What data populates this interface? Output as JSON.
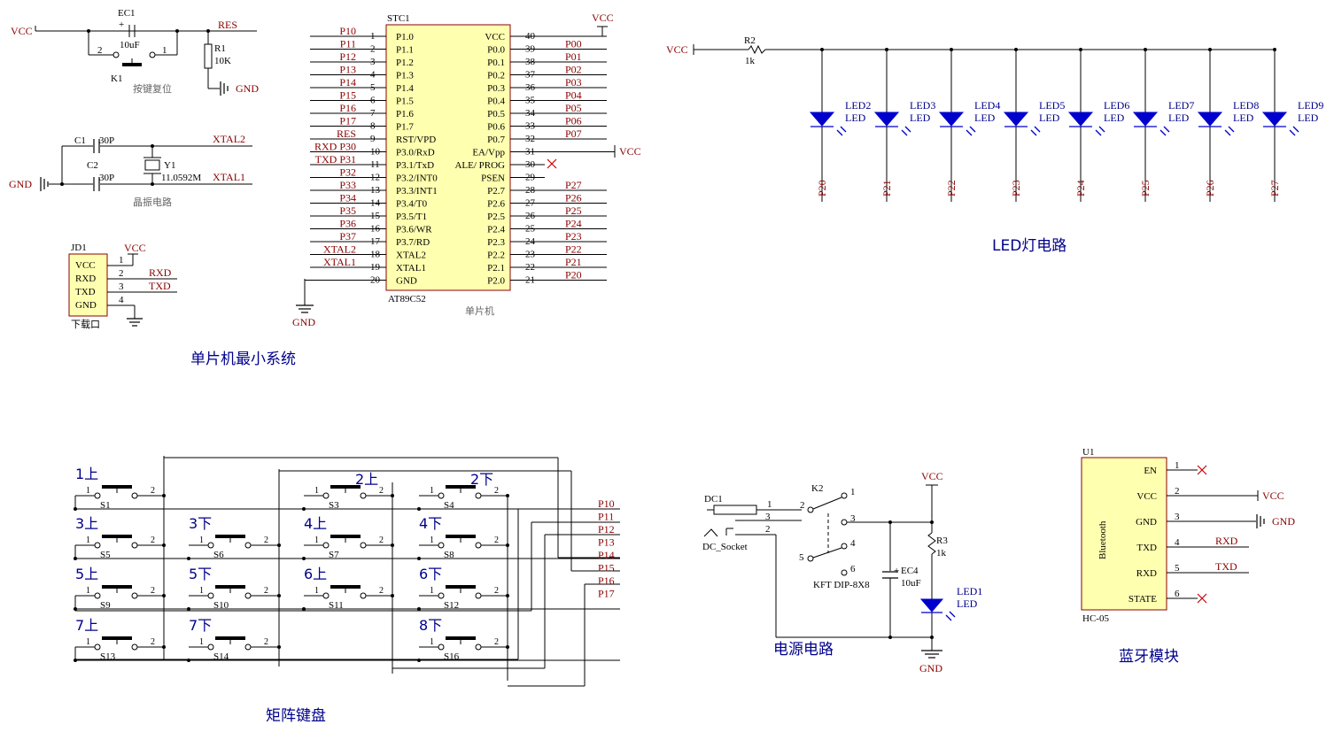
{
  "sections": {
    "min_system": "单片机最小系统",
    "led_circuit": "LED灯电路",
    "matrix_keyboard": "矩阵键盘",
    "power_circuit": "电源电路",
    "bluetooth_module": "蓝牙模块"
  },
  "reset": {
    "vcc": "VCC",
    "ec1": "EC1",
    "cap": "10uF",
    "plus": "+",
    "pin2": "2",
    "pin1": "1",
    "k1": "K1",
    "caption": "按键复位",
    "res": "RES",
    "r1": "R1",
    "r1v": "10K",
    "gnd": "GND"
  },
  "osc": {
    "c1": "C1",
    "c1v": "30P",
    "c2": "C2",
    "c2v": "30P",
    "y1": "Y1",
    "y1v": "11.0592M",
    "xtal2": "XTAL2",
    "xtal1": "XTAL1",
    "gnd": "GND",
    "caption": "晶振电路"
  },
  "jd1": {
    "ref": "JD1",
    "vcc": "VCC",
    "pins": [
      "VCC",
      "RXD",
      "TXD",
      "GND"
    ],
    "nums": [
      "1",
      "2",
      "3",
      "4"
    ],
    "rxd": "RXD",
    "txd": "TXD",
    "caption": "下载口"
  },
  "mcu": {
    "ref": "STC1",
    "part": "AT89C52",
    "caption": "单片机",
    "vcc": "VCC",
    "gnd": "GND",
    "left_pins": [
      {
        "net": "P10",
        "num": "1",
        "name": "P1.0"
      },
      {
        "net": "P11",
        "num": "2",
        "name": "P1.1"
      },
      {
        "net": "P12",
        "num": "3",
        "name": "P1.2"
      },
      {
        "net": "P13",
        "num": "4",
        "name": "P1.3"
      },
      {
        "net": "P14",
        "num": "5",
        "name": "P1.4"
      },
      {
        "net": "P15",
        "num": "6",
        "name": "P1.5"
      },
      {
        "net": "P16",
        "num": "7",
        "name": "P1.6"
      },
      {
        "net": "P17",
        "num": "8",
        "name": "P1.7"
      },
      {
        "net": "RES",
        "num": "9",
        "name": "RST/VPD"
      },
      {
        "net": "RXD P30",
        "num": "10",
        "name": "P3.0/RxD"
      },
      {
        "net": "TXD P31",
        "num": "11",
        "name": "P3.1/TxD"
      },
      {
        "net": "P32",
        "num": "12",
        "name": "P3.2/INT0"
      },
      {
        "net": "P33",
        "num": "13",
        "name": "P3.3/INT1"
      },
      {
        "net": "P34",
        "num": "14",
        "name": "P3.4/T0"
      },
      {
        "net": "P35",
        "num": "15",
        "name": "P3.5/T1"
      },
      {
        "net": "P36",
        "num": "16",
        "name": "P3.6/WR"
      },
      {
        "net": "P37",
        "num": "17",
        "name": "P3.7/RD"
      },
      {
        "net": "XTAL2",
        "num": "18",
        "name": "XTAL2"
      },
      {
        "net": "XTAL1",
        "num": "19",
        "name": "XTAL1"
      },
      {
        "net": "",
        "num": "20",
        "name": "GND"
      }
    ],
    "right_pins": [
      {
        "name": "VCC",
        "num": "40",
        "net": ""
      },
      {
        "name": "P0.0",
        "num": "39",
        "net": "P00"
      },
      {
        "name": "P0.1",
        "num": "38",
        "net": "P01"
      },
      {
        "name": "P0.2",
        "num": "37",
        "net": "P02"
      },
      {
        "name": "P0.3",
        "num": "36",
        "net": "P03"
      },
      {
        "name": "P0.4",
        "num": "35",
        "net": "P04"
      },
      {
        "name": "P0.5",
        "num": "34",
        "net": "P05"
      },
      {
        "name": "P0.6",
        "num": "33",
        "net": "P06"
      },
      {
        "name": "P0.7",
        "num": "32",
        "net": "P07"
      },
      {
        "name": "EA/Vpp",
        "num": "31",
        "net": ""
      },
      {
        "name": "ALE/ PROG",
        "num": "30",
        "net": ""
      },
      {
        "name": "PSEN",
        "num": "29",
        "net": ""
      },
      {
        "name": "P2.7",
        "num": "28",
        "net": "P27"
      },
      {
        "name": "P2.6",
        "num": "27",
        "net": "P26"
      },
      {
        "name": "P2.5",
        "num": "26",
        "net": "P25"
      },
      {
        "name": "P2.4",
        "num": "25",
        "net": "P24"
      },
      {
        "name": "P2.3",
        "num": "24",
        "net": "P23"
      },
      {
        "name": "P2.2",
        "num": "23",
        "net": "P22"
      },
      {
        "name": "P2.1",
        "num": "22",
        "net": "P21"
      },
      {
        "name": "P2.0",
        "num": "21",
        "net": "P20"
      }
    ],
    "ea_vcc": "VCC"
  },
  "led": {
    "vcc": "VCC",
    "r2": "R2",
    "r2v": "1k",
    "items": [
      {
        "ref": "LED2",
        "net": "P20"
      },
      {
        "ref": "LED3",
        "net": "P21"
      },
      {
        "ref": "LED4",
        "net": "P22"
      },
      {
        "ref": "LED5",
        "net": "P23"
      },
      {
        "ref": "LED6",
        "net": "P24"
      },
      {
        "ref": "LED7",
        "net": "P25"
      },
      {
        "ref": "LED8",
        "net": "P26"
      },
      {
        "ref": "LED9",
        "net": "P27"
      }
    ],
    "type": "LED"
  },
  "keys": {
    "nets": [
      "P10",
      "P11",
      "P12",
      "P13",
      "P14",
      "P15",
      "P16",
      "P17"
    ],
    "switches": [
      {
        "ref": "S1",
        "label": "1上"
      },
      {
        "ref": "S3",
        "label": "2上"
      },
      {
        "ref": "S4",
        "label": "2下"
      },
      {
        "ref": "S5",
        "label": "3上"
      },
      {
        "ref": "S6",
        "label": "3下"
      },
      {
        "ref": "S7",
        "label": "4上"
      },
      {
        "ref": "S8",
        "label": "4下"
      },
      {
        "ref": "S9",
        "label": "5上"
      },
      {
        "ref": "S10",
        "label": "5下"
      },
      {
        "ref": "S11",
        "label": "6上"
      },
      {
        "ref": "S12",
        "label": "6下"
      },
      {
        "ref": "S13",
        "label": "7上"
      },
      {
        "ref": "S14",
        "label": "7下"
      },
      {
        "ref": "S16",
        "label": "8下"
      }
    ],
    "pin1": "1",
    "pin2": "2"
  },
  "power": {
    "dc1": "DC1",
    "dc_socket": "DC_Socket",
    "k2": "K2",
    "kft": "KFT DIP-8X8",
    "ec4": "EC4",
    "ec4v": "10uF",
    "r3": "R3",
    "r3v": "1k",
    "led1": "LED1",
    "led": "LED",
    "vcc": "VCC",
    "gnd": "GND",
    "plus": "+",
    "pins": [
      "1",
      "3",
      "2",
      "2",
      "1",
      "3",
      "4",
      "5",
      "6"
    ]
  },
  "bt": {
    "ref": "U1",
    "part": "HC-05",
    "inner": "Bluetooth",
    "pins": [
      {
        "name": "EN",
        "num": "1",
        "net": ""
      },
      {
        "name": "VCC",
        "num": "2",
        "net": "VCC"
      },
      {
        "name": "GND",
        "num": "3",
        "net": "GND"
      },
      {
        "name": "TXD",
        "num": "4",
        "net": "RXD"
      },
      {
        "name": "RXD",
        "num": "5",
        "net": "TXD"
      },
      {
        "name": "STATE",
        "num": "6",
        "net": ""
      }
    ]
  }
}
